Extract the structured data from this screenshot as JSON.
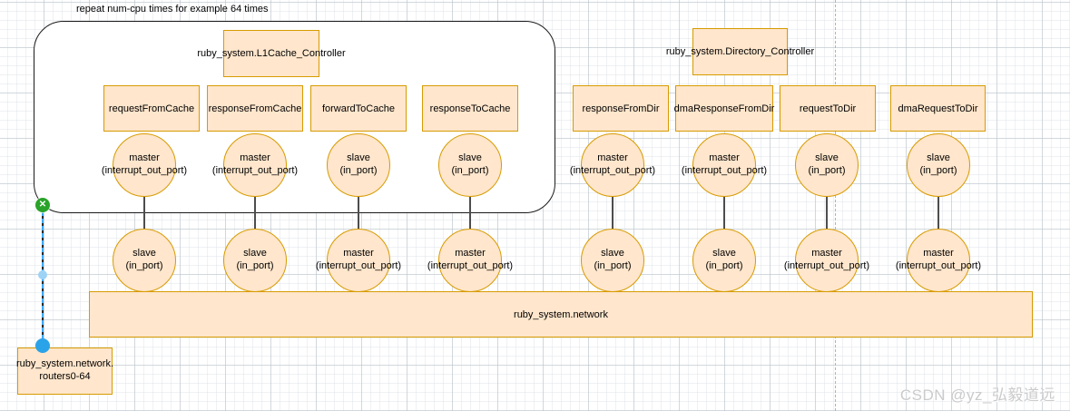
{
  "canvas": {
    "annotation": "repeat num-cpu times for example 64 times",
    "watermark": "CSDN @yz_弘毅道远"
  },
  "l1": {
    "title": "ruby_system.L1Cache_Controller",
    "columns": [
      {
        "box": "requestFromCache",
        "top1": "master",
        "top2": "(interrupt_out_port)",
        "bot1": "slave",
        "bot2": "(in_port)"
      },
      {
        "box": "responseFromCache",
        "top1": "master",
        "top2": "(interrupt_out_port)",
        "bot1": "slave",
        "bot2": "(in_port)"
      },
      {
        "box": "forwardToCache",
        "top1": "slave",
        "top2": "(in_port)",
        "bot1": "master",
        "bot2": "(interrupt_out_port)"
      },
      {
        "box": "responseToCache",
        "top1": "slave",
        "top2": "(in_port)",
        "bot1": "master",
        "bot2": "(interrupt_out_port)"
      }
    ]
  },
  "dir": {
    "title": "ruby_system.Directory_Controller",
    "columns": [
      {
        "box": "responseFromDir",
        "top1": "master",
        "top2": "(interrupt_out_port)",
        "bot1": "slave",
        "bot2": "(in_port)"
      },
      {
        "box": "dmaResponseFromDir",
        "top1": "master",
        "top2": "(interrupt_out_port)",
        "bot1": "slave",
        "bot2": "(in_port)"
      },
      {
        "box": "requestToDir",
        "top1": "slave",
        "top2": "(in_port)",
        "bot1": "master",
        "bot2": "(interrupt_out_port)"
      },
      {
        "box": "dmaRequestToDir",
        "top1": "slave",
        "top2": "(in_port)",
        "bot1": "master",
        "bot2": "(interrupt_out_port)"
      }
    ]
  },
  "network": {
    "label": "ruby_system.network"
  },
  "routers": {
    "line1": "ruby_system.network.",
    "line2": "routers0-64"
  },
  "handles": {
    "anchor_x_glyph": "✕"
  },
  "colors": {
    "shape_fill": "#FFE6CC",
    "shape_border": "#D79B00",
    "container_border": "#1A1A1A",
    "connector": "#4D4D4D",
    "guide_dash": "#B3B3B3",
    "edge_selected_blue": "#3FA9F5",
    "anchor_green": "#29A329",
    "endpoint_blue": "#2BA3E8",
    "midpoint_blue": "#9FD3F6",
    "watermark_gray": "#CBCBCB"
  }
}
